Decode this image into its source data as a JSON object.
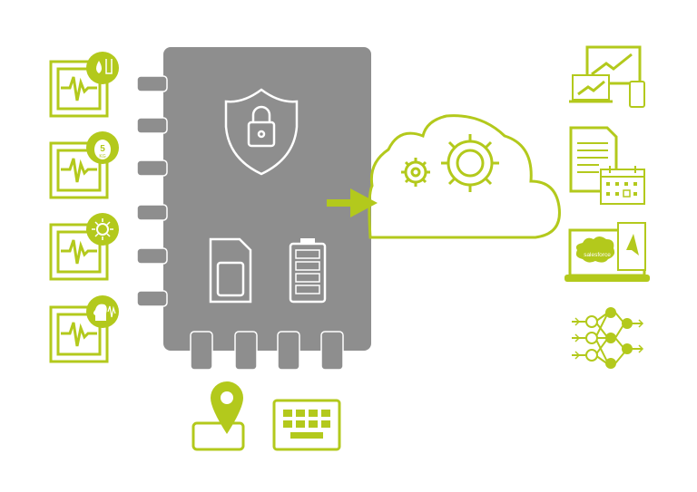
{
  "colors": {
    "accent": "#b3c91c",
    "board": "#8e8e8e",
    "background": "#ffffff"
  },
  "sensors": [
    {
      "icon": "water-level-icon"
    },
    {
      "icon": "weight-icon",
      "label_number": "5",
      "label_unit": "KG"
    },
    {
      "icon": "sun-light-icon"
    },
    {
      "icon": "voice-sound-icon"
    }
  ],
  "board": {
    "icons": [
      "shield-lock-icon",
      "sim-card-icon",
      "battery-icon"
    ]
  },
  "peripherals": [
    "location-pin-icon",
    "keyboard-icon"
  ],
  "cloud": {
    "icons": [
      "gear-icon",
      "gear-icon"
    ]
  },
  "outputs": [
    {
      "icon": "multi-device-chart-icon"
    },
    {
      "icon": "document-calendar-icon"
    },
    {
      "icon": "laptop-salesforce-icon",
      "logo_text": "salesforce"
    },
    {
      "icon": "neural-network-icon"
    }
  ]
}
